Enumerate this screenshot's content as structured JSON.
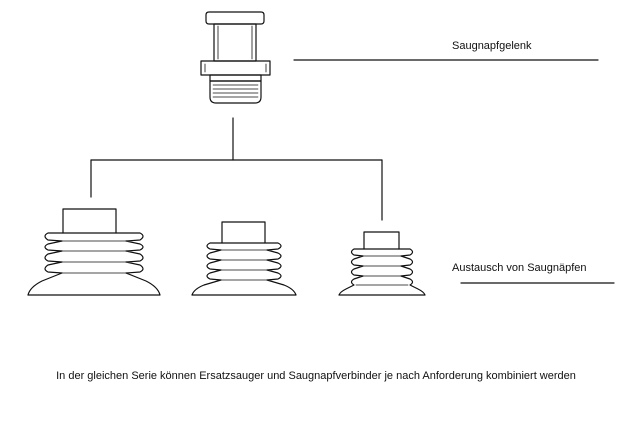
{
  "labels": {
    "joint": "Saugnapfgelenk",
    "cups": "Austausch von Saugnäpfen"
  },
  "caption": "In der gleichen Serie können Ersatzsauger und Saugnapfverbinder je nach Anforderung kombiniert werden",
  "colors": {
    "line": "#111111",
    "background": "#ffffff"
  }
}
